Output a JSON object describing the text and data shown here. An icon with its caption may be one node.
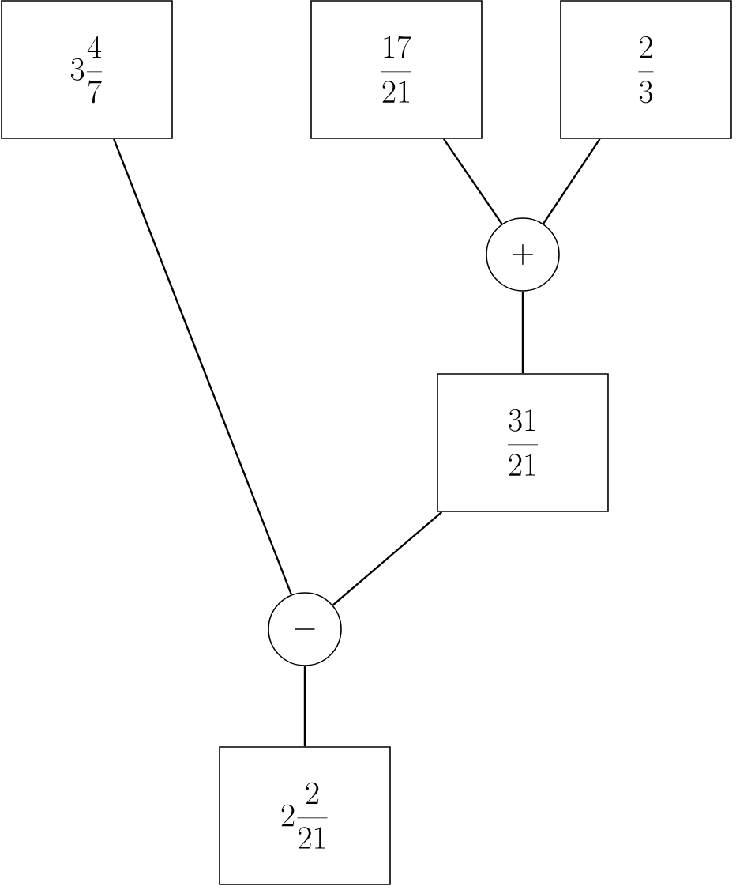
{
  "diagram": {
    "nodes": [
      {
        "text": [
          "3\\frac{4}{7}"
        ]
      },
      {
        "text": [
          "\\frac{17}{21}"
        ]
      },
      {
        "text": [
          "\\frac{2}{3}"
        ]
      },
      {
        "text": [
          "+"
        ]
      },
      {
        "text": [
          "\\frac{31}{21}"
        ]
      },
      {
        "text": [
          "-"
        ]
      },
      {
        "text": [
          "2\\frac{2}{21}"
        ]
      }
    ],
    "edges": [
      {
        "from": 1,
        "to": 3,
        "arrow": "none"
      },
      {
        "from": 2,
        "to": 3,
        "arrow": "none"
      },
      {
        "from": 3,
        "to": 4,
        "arrow": "none"
      },
      {
        "from": 0,
        "to": 5,
        "arrow": "none"
      },
      {
        "from": 4,
        "to": 5,
        "arrow": "none"
      },
      {
        "from": 5,
        "to": 6,
        "arrow": "none"
      }
    ]
  }
}
